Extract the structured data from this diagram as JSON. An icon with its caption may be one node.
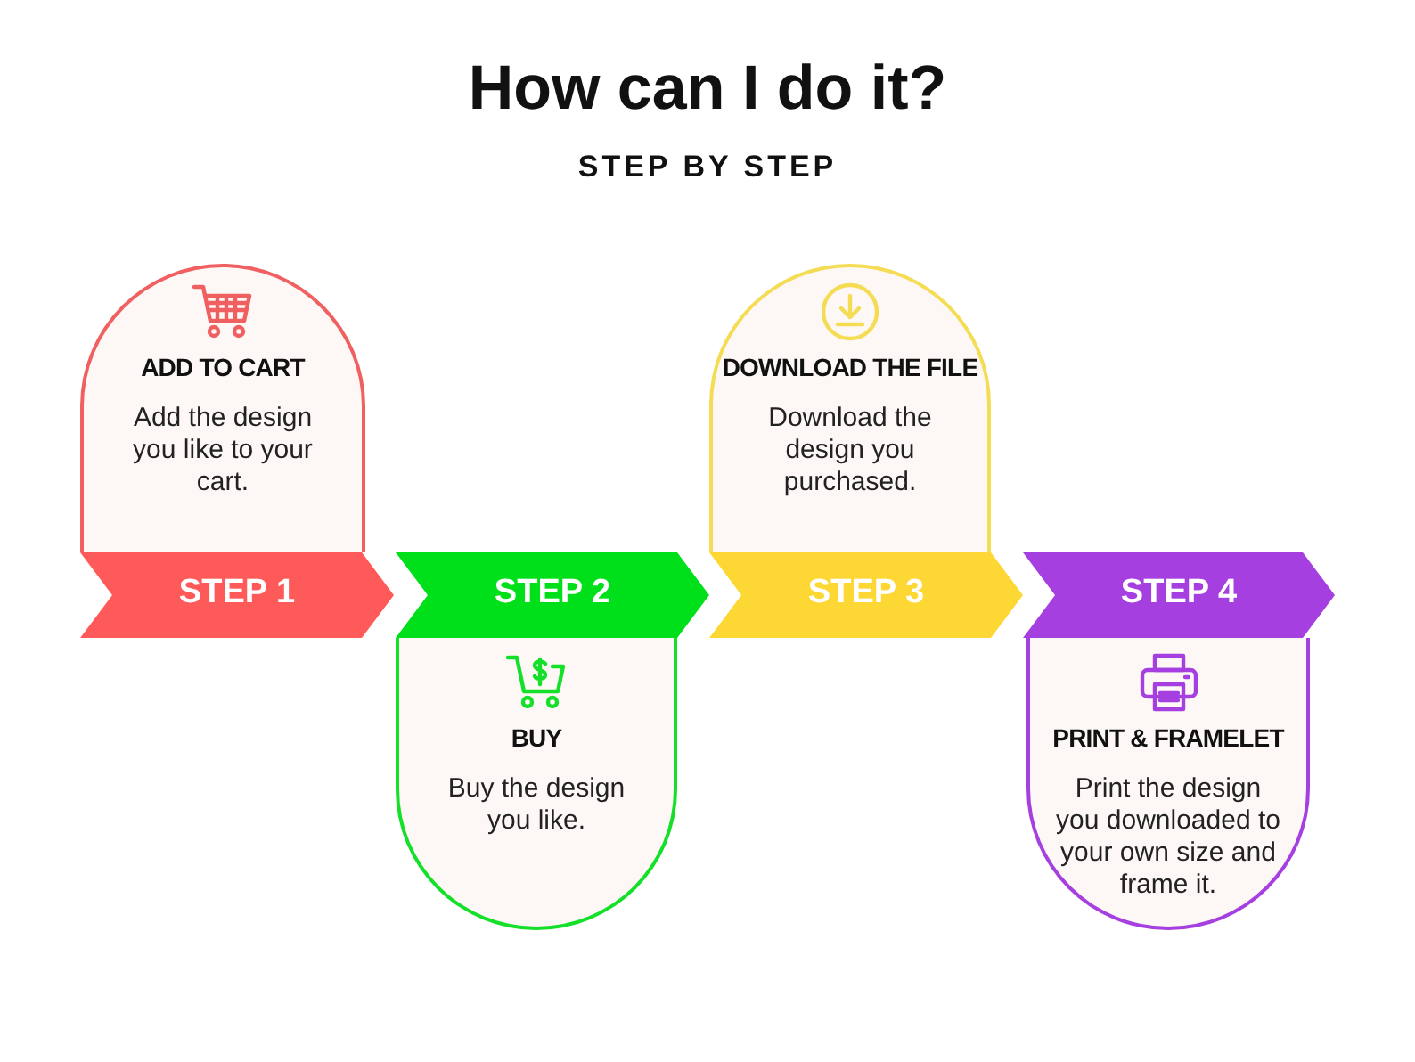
{
  "diagram": {
    "title": "How can I do it?",
    "nodes": [
      {
        "text": [
          "ADD TO CART",
          "Add the design you like to your cart."
        ]
      },
      {
        "text": [
          "STEP 1"
        ]
      },
      {
        "text": [
          "STEP 2"
        ]
      },
      {
        "text": [
          "BUY",
          "Buy the design you like."
        ]
      },
      {
        "text": [
          "DOWNLOAD THE FILE",
          "Download the design you purchased."
        ]
      },
      {
        "text": [
          "STEP 3"
        ]
      },
      {
        "text": [
          "STEP 4"
        ]
      },
      {
        "text": [
          "PRINT & FRAMELET",
          "Print the design you downloaded to your own size and frame it."
        ]
      }
    ],
    "edges": [],
    "labels": [
      "STEP BY STEP"
    ]
  }
}
